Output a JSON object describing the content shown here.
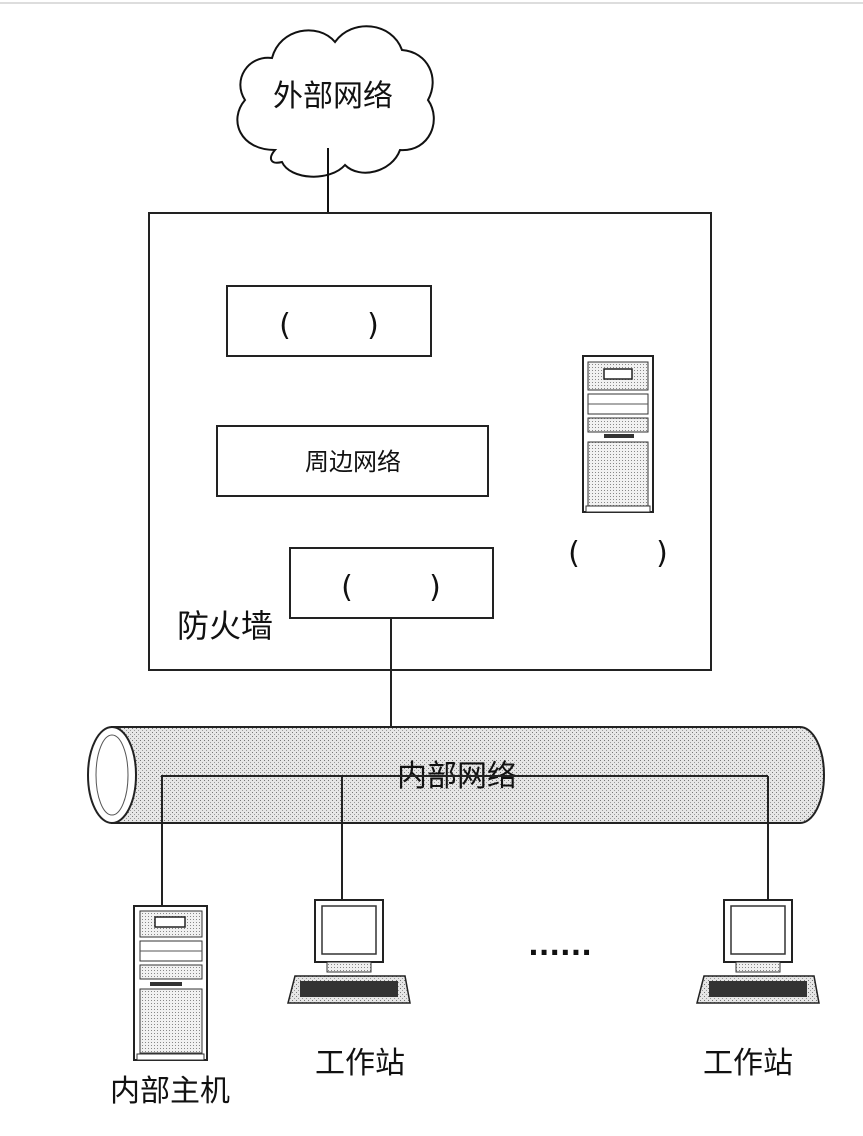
{
  "diagram": {
    "external_network": "外部网络",
    "firewall_label": "防火墙",
    "perimeter_network": "周边网络",
    "outer_router_label": "(        )",
    "inner_router_label": "(        )",
    "bastion_host_label": "(        )",
    "internal_network": "内部网络",
    "internal_host": "内部主机",
    "workstation_1": "工作站",
    "workstation_2": "工作站",
    "ellipsis": "······"
  }
}
